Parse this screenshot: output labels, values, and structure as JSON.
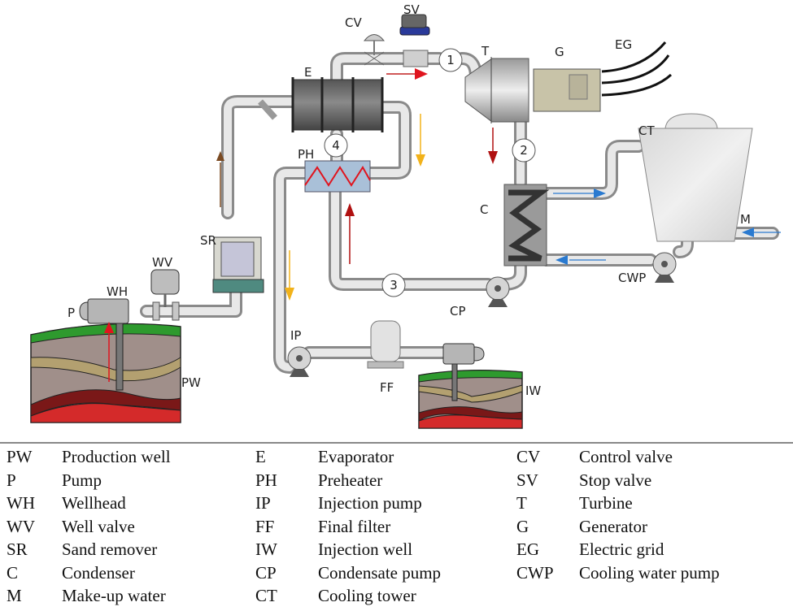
{
  "diagram": {
    "labels": {
      "CV": "CV",
      "SV": "SV",
      "T": "T",
      "G": "G",
      "EG": "EG",
      "E": "E",
      "PH": "PH",
      "CT": "CT",
      "C": "C",
      "M": "M",
      "CWP": "CWP",
      "CP": "CP",
      "SR": "SR",
      "WV": "WV",
      "WH": "WH",
      "P": "P",
      "PW": "PW",
      "IP": "IP",
      "FF": "FF",
      "IW": "IW"
    },
    "state_points": [
      "1",
      "2",
      "3",
      "4"
    ],
    "colors": {
      "pipe": "#c9c9c9",
      "pipe_edge": "#8a8a8a",
      "hot_arrow": "#e0141e",
      "dark_red_arrow": "#b01010",
      "orange_arrow": "#f2b21a",
      "brown_arrow": "#7a4a22",
      "blue_arrow": "#2a7ad0",
      "ground_green": "#2e9a2e",
      "ground_brown": "#a08f8a",
      "ground_tan": "#b3a070",
      "ground_red": "#d42a2a",
      "ground_darkred": "#7a1818",
      "preheater": "#a9c0d8",
      "evaporator": "#666666",
      "generator": "#c8c3a8"
    }
  },
  "legend": {
    "columns": [
      [
        {
          "abbr": "PW",
          "desc": "Production well"
        },
        {
          "abbr": "P",
          "desc": "Pump"
        },
        {
          "abbr": "WH",
          "desc": "Wellhead"
        },
        {
          "abbr": "WV",
          "desc": "Well valve"
        },
        {
          "abbr": "SR",
          "desc": "Sand remover"
        },
        {
          "abbr": "C",
          "desc": "Condenser"
        },
        {
          "abbr": "M",
          "desc": "Make-up water"
        }
      ],
      [
        {
          "abbr": "E",
          "desc": "Evaporator"
        },
        {
          "abbr": "PH",
          "desc": "Preheater"
        },
        {
          "abbr": "IP",
          "desc": "Injection pump"
        },
        {
          "abbr": "FF",
          "desc": "Final filter"
        },
        {
          "abbr": "IW",
          "desc": "Injection well"
        },
        {
          "abbr": "CP",
          "desc": "Condensate pump"
        },
        {
          "abbr": "CT",
          "desc": "Cooling tower"
        }
      ],
      [
        {
          "abbr": "CV",
          "desc": "Control valve"
        },
        {
          "abbr": "SV",
          "desc": "Stop valve"
        },
        {
          "abbr": "T",
          "desc": "Turbine"
        },
        {
          "abbr": "G",
          "desc": "Generator"
        },
        {
          "abbr": "EG",
          "desc": "Electric grid"
        },
        {
          "abbr": "CWP",
          "desc": "Cooling water pump"
        }
      ]
    ]
  }
}
